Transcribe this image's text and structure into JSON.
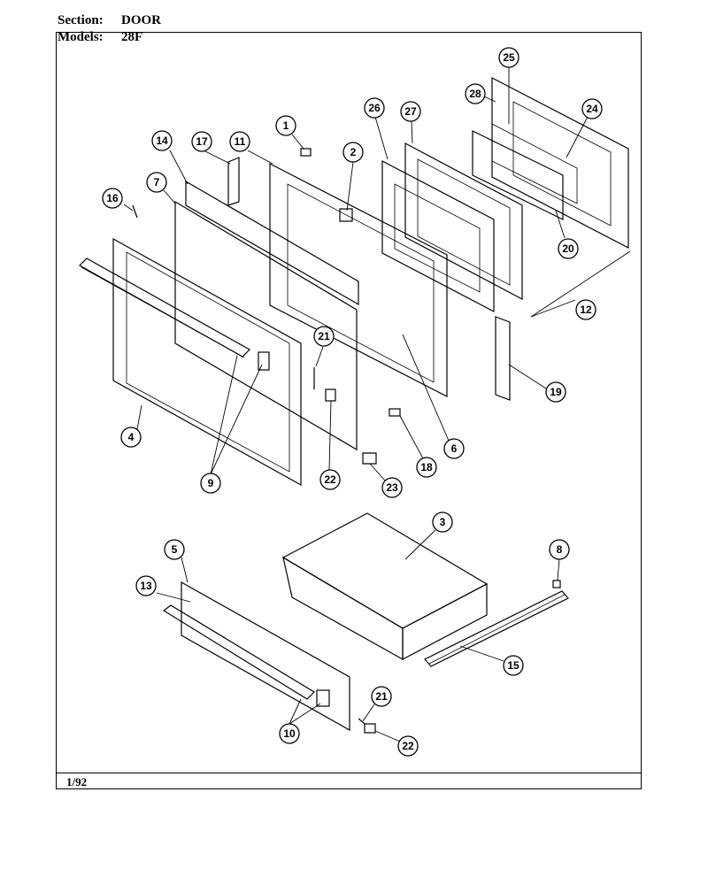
{
  "header": {
    "section_label": "Section:",
    "section_value": "DOOR",
    "models_label": "Models:",
    "models_value": "28F"
  },
  "footer": {
    "date": "1/92"
  },
  "callouts": [
    {
      "id": "c1",
      "label": "1"
    },
    {
      "id": "c2",
      "label": "2"
    },
    {
      "id": "c3",
      "label": "3"
    },
    {
      "id": "c4",
      "label": "4"
    },
    {
      "id": "c5",
      "label": "5"
    },
    {
      "id": "c6",
      "label": "6"
    },
    {
      "id": "c7",
      "label": "7"
    },
    {
      "id": "c8",
      "label": "8"
    },
    {
      "id": "c9",
      "label": "9"
    },
    {
      "id": "c10",
      "label": "10"
    },
    {
      "id": "c11",
      "label": "11"
    },
    {
      "id": "c12",
      "label": "12"
    },
    {
      "id": "c13",
      "label": "13"
    },
    {
      "id": "c14",
      "label": "14"
    },
    {
      "id": "c15",
      "label": "15"
    },
    {
      "id": "c16",
      "label": "16"
    },
    {
      "id": "c17",
      "label": "17"
    },
    {
      "id": "c18",
      "label": "18"
    },
    {
      "id": "c19",
      "label": "19"
    },
    {
      "id": "c20",
      "label": "20"
    },
    {
      "id": "c21a",
      "label": "21"
    },
    {
      "id": "c21b",
      "label": "21"
    },
    {
      "id": "c22a",
      "label": "22"
    },
    {
      "id": "c22b",
      "label": "22"
    },
    {
      "id": "c23",
      "label": "23"
    },
    {
      "id": "c24",
      "label": "24"
    },
    {
      "id": "c25",
      "label": "25"
    },
    {
      "id": "c26",
      "label": "26"
    },
    {
      "id": "c27",
      "label": "27"
    },
    {
      "id": "c28",
      "label": "28"
    }
  ]
}
